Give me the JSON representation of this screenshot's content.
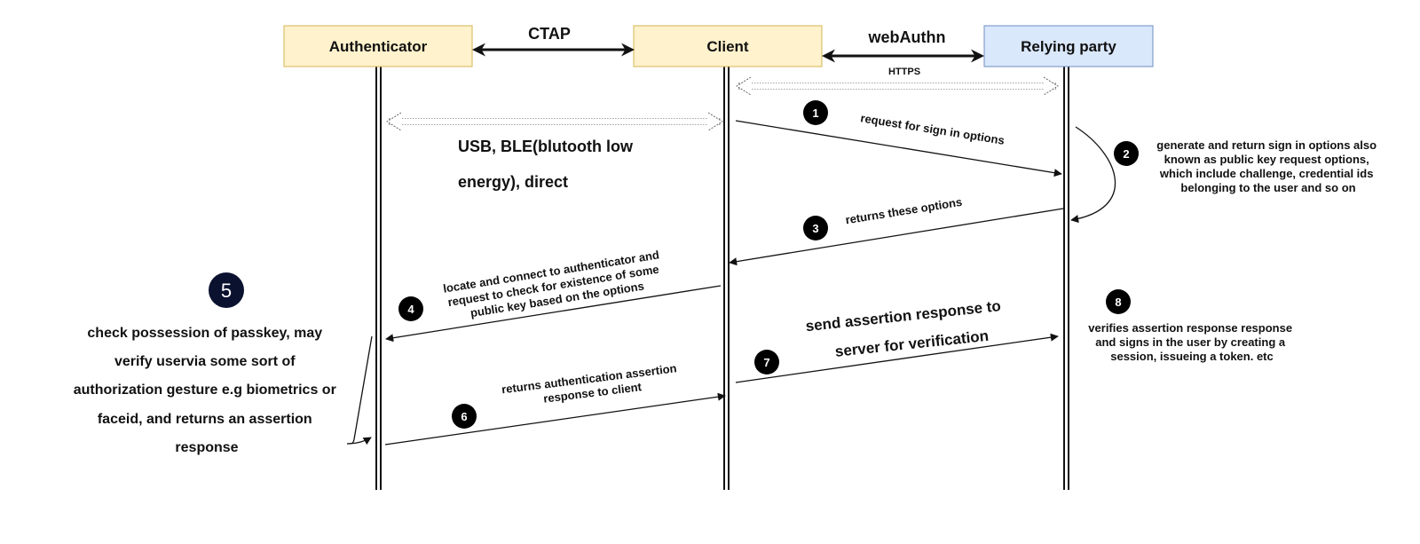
{
  "participants": {
    "authenticator": "Authenticator",
    "client": "Client",
    "relying_party": "Relying party"
  },
  "protocols": {
    "ctap": "CTAP",
    "webauthn": "webAuthn",
    "https": "HTTPS",
    "usb_line1": "USB, BLE(blutooth low",
    "usb_line2": "energy), direct"
  },
  "steps": {
    "s1": {
      "num": "1",
      "text": "request for sign in  options"
    },
    "s2": {
      "num": "2",
      "lines": [
        "generate and return sign in options also",
        "known as public key request options,",
        "which include challenge, credential ids",
        "belonging to the user and so on"
      ]
    },
    "s3": {
      "num": "3",
      "text": "returns these options"
    },
    "s4": {
      "num": "4",
      "lines": [
        "locate and connect to authenticator and",
        "request to check for existence of some",
        "public key based on the options"
      ]
    },
    "s5": {
      "num": "5",
      "lines": [
        "check possession of passkey, may",
        "verify uservia some sort of",
        "authorization gesture e.g biometrics or",
        "faceid, and returns an assertion",
        "response"
      ]
    },
    "s6": {
      "num": "6",
      "lines": [
        "returns authentication assertion",
        "response to client"
      ]
    },
    "s7": {
      "num": "7",
      "lines": [
        "send assertion response to",
        "server for verification"
      ]
    },
    "s8": {
      "num": "8",
      "lines": [
        "verifies assertion response response",
        "and signs in the user by creating a",
        "session, issueing a token. etc"
      ]
    }
  },
  "colors": {
    "yellow_fill": "#FFF2CC",
    "yellow_stroke": "#D6B656",
    "blue_fill": "#DAE8FC",
    "blue_stroke": "#6C8EBF",
    "badge": "#000000",
    "badge5": "#0B1230"
  }
}
